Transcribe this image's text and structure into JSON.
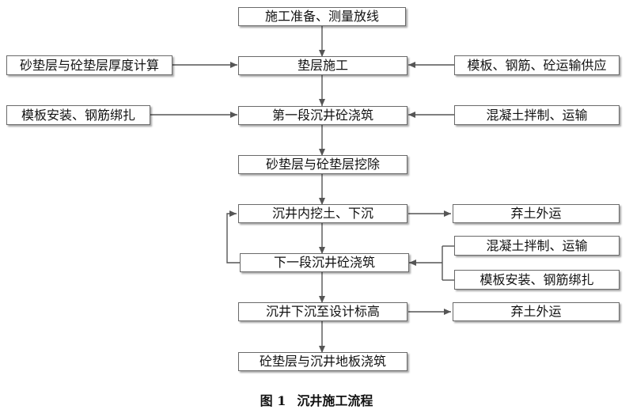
{
  "diagram": {
    "caption": {
      "label": "图 1",
      "title": "沉井施工流程"
    },
    "steps": [
      "施工准备、测量放线",
      "垫层施工",
      "第一段沉井砼浇筑",
      "砂垫层与砼垫层挖除",
      "沉井内挖土、下沉",
      "下一段沉井砼浇筑",
      "沉井下沉至设计标高",
      "砼垫层与沉井地板浇筑"
    ],
    "left_inputs": [
      "砂垫层与砼垫层厚度计算",
      "模板安装、钢筋绑扎"
    ],
    "right_inputs": [
      "模板、钢筋、砼运输供应",
      "混凝土拌制、运输",
      "混凝土拌制、运输",
      "模板安装、钢筋绑扎"
    ],
    "outputs": [
      "弃土外运",
      "弃土外运"
    ],
    "colors": {
      "box_border": "#6a6a6a",
      "line": "#555555",
      "text": "#111111"
    }
  }
}
